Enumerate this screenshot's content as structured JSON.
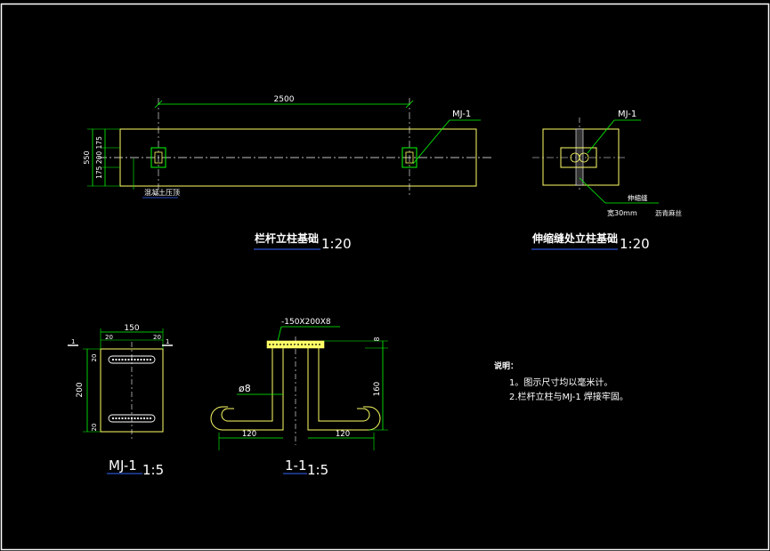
{
  "colors": {
    "background": "#000000",
    "frame": "#ffffff",
    "geometry": "#ffff66",
    "dimension": "#00ff00",
    "text": "#ffffff",
    "underline": "#3366ff",
    "axis": "#ffffff"
  },
  "drawing1": {
    "dim_top": "2500",
    "dim_left_total": "550",
    "dim_left_parts": "175 200 175",
    "callout": "MJ-1",
    "note": "混凝土压顶",
    "title": "栏杆立柱基础",
    "scale": "1:20"
  },
  "drawing2": {
    "callout": "MJ-1",
    "note_joint": "伸缩缝",
    "note_width": "宽30mm",
    "note_fill": "沥青麻丝",
    "title": "伸缩缝处立柱基础",
    "scale": "1:20"
  },
  "drawing3": {
    "dim_width": "150",
    "dim_height": "200",
    "dim_small_top": "20",
    "dim_small_bottom": "20",
    "section_mark_left": "1",
    "section_mark_right": "1",
    "title": "MJ-1",
    "scale": "1:5"
  },
  "drawing4": {
    "plate_label": "-150X200X8",
    "bar_label": "ø8",
    "dim_left": "120",
    "dim_right": "120",
    "dim_height": "160",
    "dim_plate": "8",
    "title": "1-1",
    "scale": "1:5"
  },
  "notes": {
    "heading": "说明：",
    "line1": "1。图示尺寸均以毫米计。",
    "line2": "2.栏杆立柱与MJ-1      焊接牢固。"
  }
}
